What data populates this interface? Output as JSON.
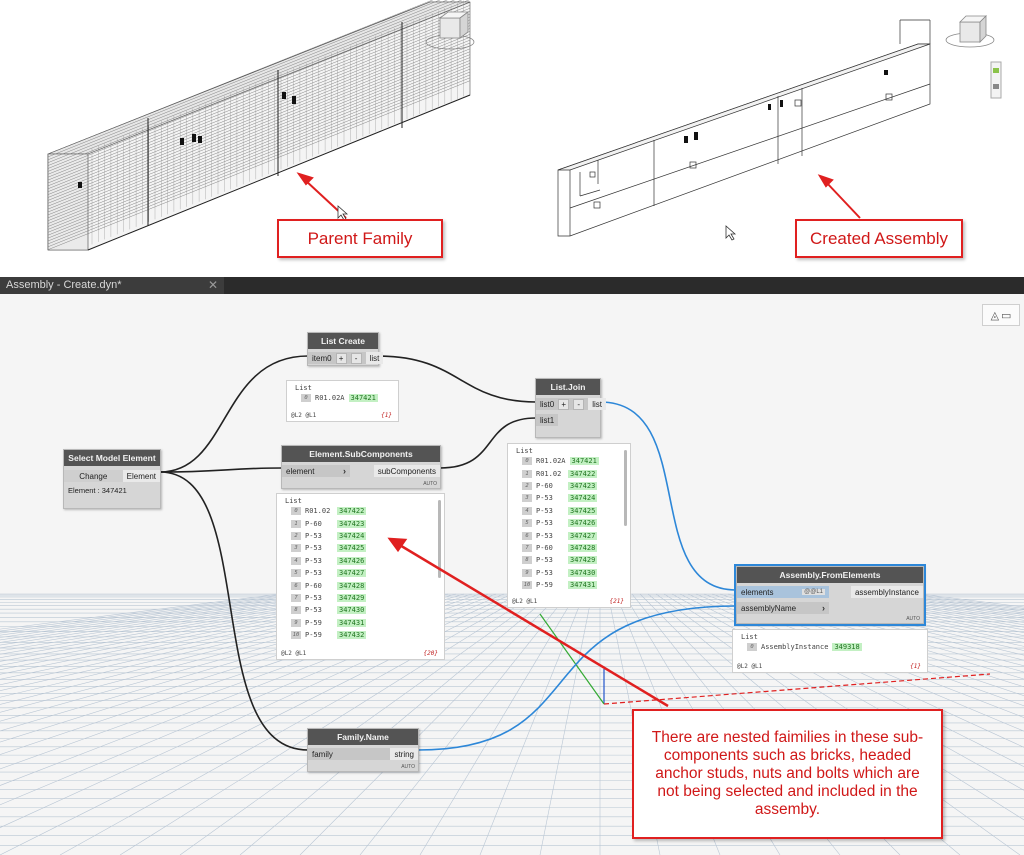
{
  "callouts": {
    "parent_family": "Parent Family",
    "created_assembly": "Created Assembly",
    "nested_note": "There are nested faimilies in these sub-components such as bricks, headed anchor studs, nuts and bolts which are not being selected and included in the assemby."
  },
  "tab": {
    "title": "Assembly - Create.dyn*",
    "close": "✕"
  },
  "view_toggle": {
    "icons": [
      "3d-view-icon",
      "graph-view-icon"
    ]
  },
  "colors": {
    "callout_red": "#e02020",
    "wire_blue": "#2d87d8",
    "node_header": "#545454",
    "element_id_bg": "#c3f0c3"
  },
  "nodes": {
    "select_model": {
      "title": "Select Model Element",
      "button": "Change",
      "output": "Element",
      "value": "Element : 347421"
    },
    "list_create": {
      "title": "List Create",
      "input": "item0",
      "plus": "+",
      "minus": "-",
      "output": "list"
    },
    "subcomponents": {
      "title": "Element.SubComponents",
      "input": "element",
      "output": "subComponents",
      "lacing": "AUTO"
    },
    "list_join": {
      "title": "List.Join",
      "input0": "list0",
      "input1": "list1",
      "plus": "+",
      "minus": "-",
      "output": "list"
    },
    "from_elements": {
      "title": "Assembly.FromElements",
      "input0": "elements",
      "input0_badge": "@@L1",
      "input1": "assemblyName",
      "output": "assemblyInstance",
      "lacing": "AUTO"
    },
    "family_name": {
      "title": "Family.Name",
      "input": "family",
      "output": "string",
      "lacing": "AUTO"
    }
  },
  "previews": {
    "list_create": {
      "title": "List",
      "rows": [
        {
          "i": "0",
          "v": "R01.02A",
          "id": "347421"
        }
      ],
      "levels": "@L2 @L1",
      "count": "{1}"
    },
    "subcomponents": {
      "title": "List",
      "rows": [
        {
          "i": "0",
          "v": "R01.02",
          "id": "347422"
        },
        {
          "i": "1",
          "v": "P-60",
          "id": "347423"
        },
        {
          "i": "2",
          "v": "P-53",
          "id": "347424"
        },
        {
          "i": "3",
          "v": "P-53",
          "id": "347425"
        },
        {
          "i": "4",
          "v": "P-53",
          "id": "347426"
        },
        {
          "i": "5",
          "v": "P-53",
          "id": "347427"
        },
        {
          "i": "6",
          "v": "P-60",
          "id": "347428"
        },
        {
          "i": "7",
          "v": "P-53",
          "id": "347429"
        },
        {
          "i": "8",
          "v": "P-53",
          "id": "347430"
        },
        {
          "i": "9",
          "v": "P-59",
          "id": "347431"
        },
        {
          "i": "10",
          "v": "P-59",
          "id": "347432"
        }
      ],
      "levels": "@L2 @L1",
      "count": "{20}"
    },
    "list_join": {
      "title": "List",
      "rows": [
        {
          "i": "0",
          "v": "R01.02A",
          "id": "347421"
        },
        {
          "i": "1",
          "v": "R01.02",
          "id": "347422"
        },
        {
          "i": "2",
          "v": "P-60",
          "id": "347423"
        },
        {
          "i": "3",
          "v": "P-53",
          "id": "347424"
        },
        {
          "i": "4",
          "v": "P-53",
          "id": "347425"
        },
        {
          "i": "5",
          "v": "P-53",
          "id": "347426"
        },
        {
          "i": "6",
          "v": "P-53",
          "id": "347427"
        },
        {
          "i": "7",
          "v": "P-60",
          "id": "347428"
        },
        {
          "i": "8",
          "v": "P-53",
          "id": "347429"
        },
        {
          "i": "9",
          "v": "P-53",
          "id": "347430"
        },
        {
          "i": "10",
          "v": "P-59",
          "id": "347431"
        }
      ],
      "levels": "@L2 @L1",
      "count": "{21}"
    },
    "from_elements": {
      "title": "List",
      "rows": [
        {
          "i": "0",
          "v": "AssemblyInstance",
          "id": "349318"
        }
      ],
      "levels": "@L2 @L1",
      "count": "{1}"
    }
  }
}
